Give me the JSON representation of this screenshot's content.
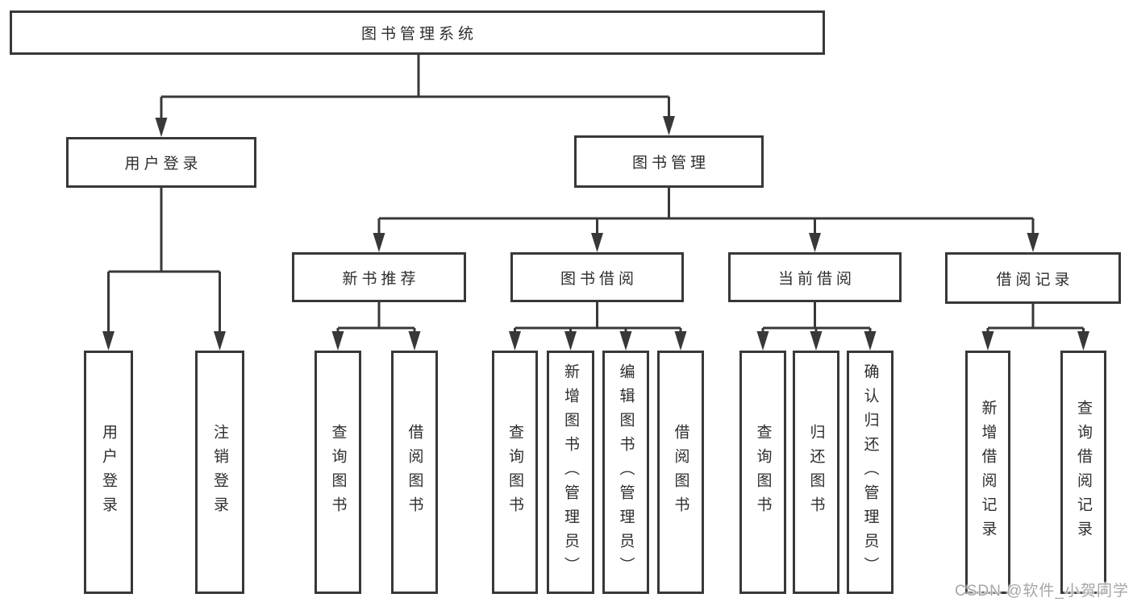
{
  "colors": {
    "line": "#383838",
    "text": "#2e2e2e",
    "box_background": "#ffffff",
    "watermark": "#a6a6a6"
  },
  "watermark": {
    "text": "CSDN @软件_小贺同学"
  },
  "tree": {
    "root": {
      "label": "图书管理系统",
      "children": [
        {
          "label": "用户登录",
          "children": [
            {
              "label": "用户登录"
            },
            {
              "label": "注销登录"
            }
          ]
        },
        {
          "label": "图书管理",
          "children": [
            {
              "label": "新书推荐",
              "children": [
                {
                  "label": "查询图书"
                },
                {
                  "label": "借阅图书"
                }
              ]
            },
            {
              "label": "图书借阅",
              "children": [
                {
                  "label": "查询图书"
                },
                {
                  "label": "新增图书（管理员）"
                },
                {
                  "label": "编辑图书（管理员）"
                },
                {
                  "label": "借阅图书"
                }
              ]
            },
            {
              "label": "当前借阅",
              "children": [
                {
                  "label": "查询图书"
                },
                {
                  "label": "归还图书"
                },
                {
                  "label": "确认归还（管理员）"
                }
              ]
            },
            {
              "label": "借阅记录",
              "children": [
                {
                  "label": "新增借阅记录"
                },
                {
                  "label": "查询借阅记录"
                }
              ]
            }
          ]
        }
      ]
    }
  }
}
